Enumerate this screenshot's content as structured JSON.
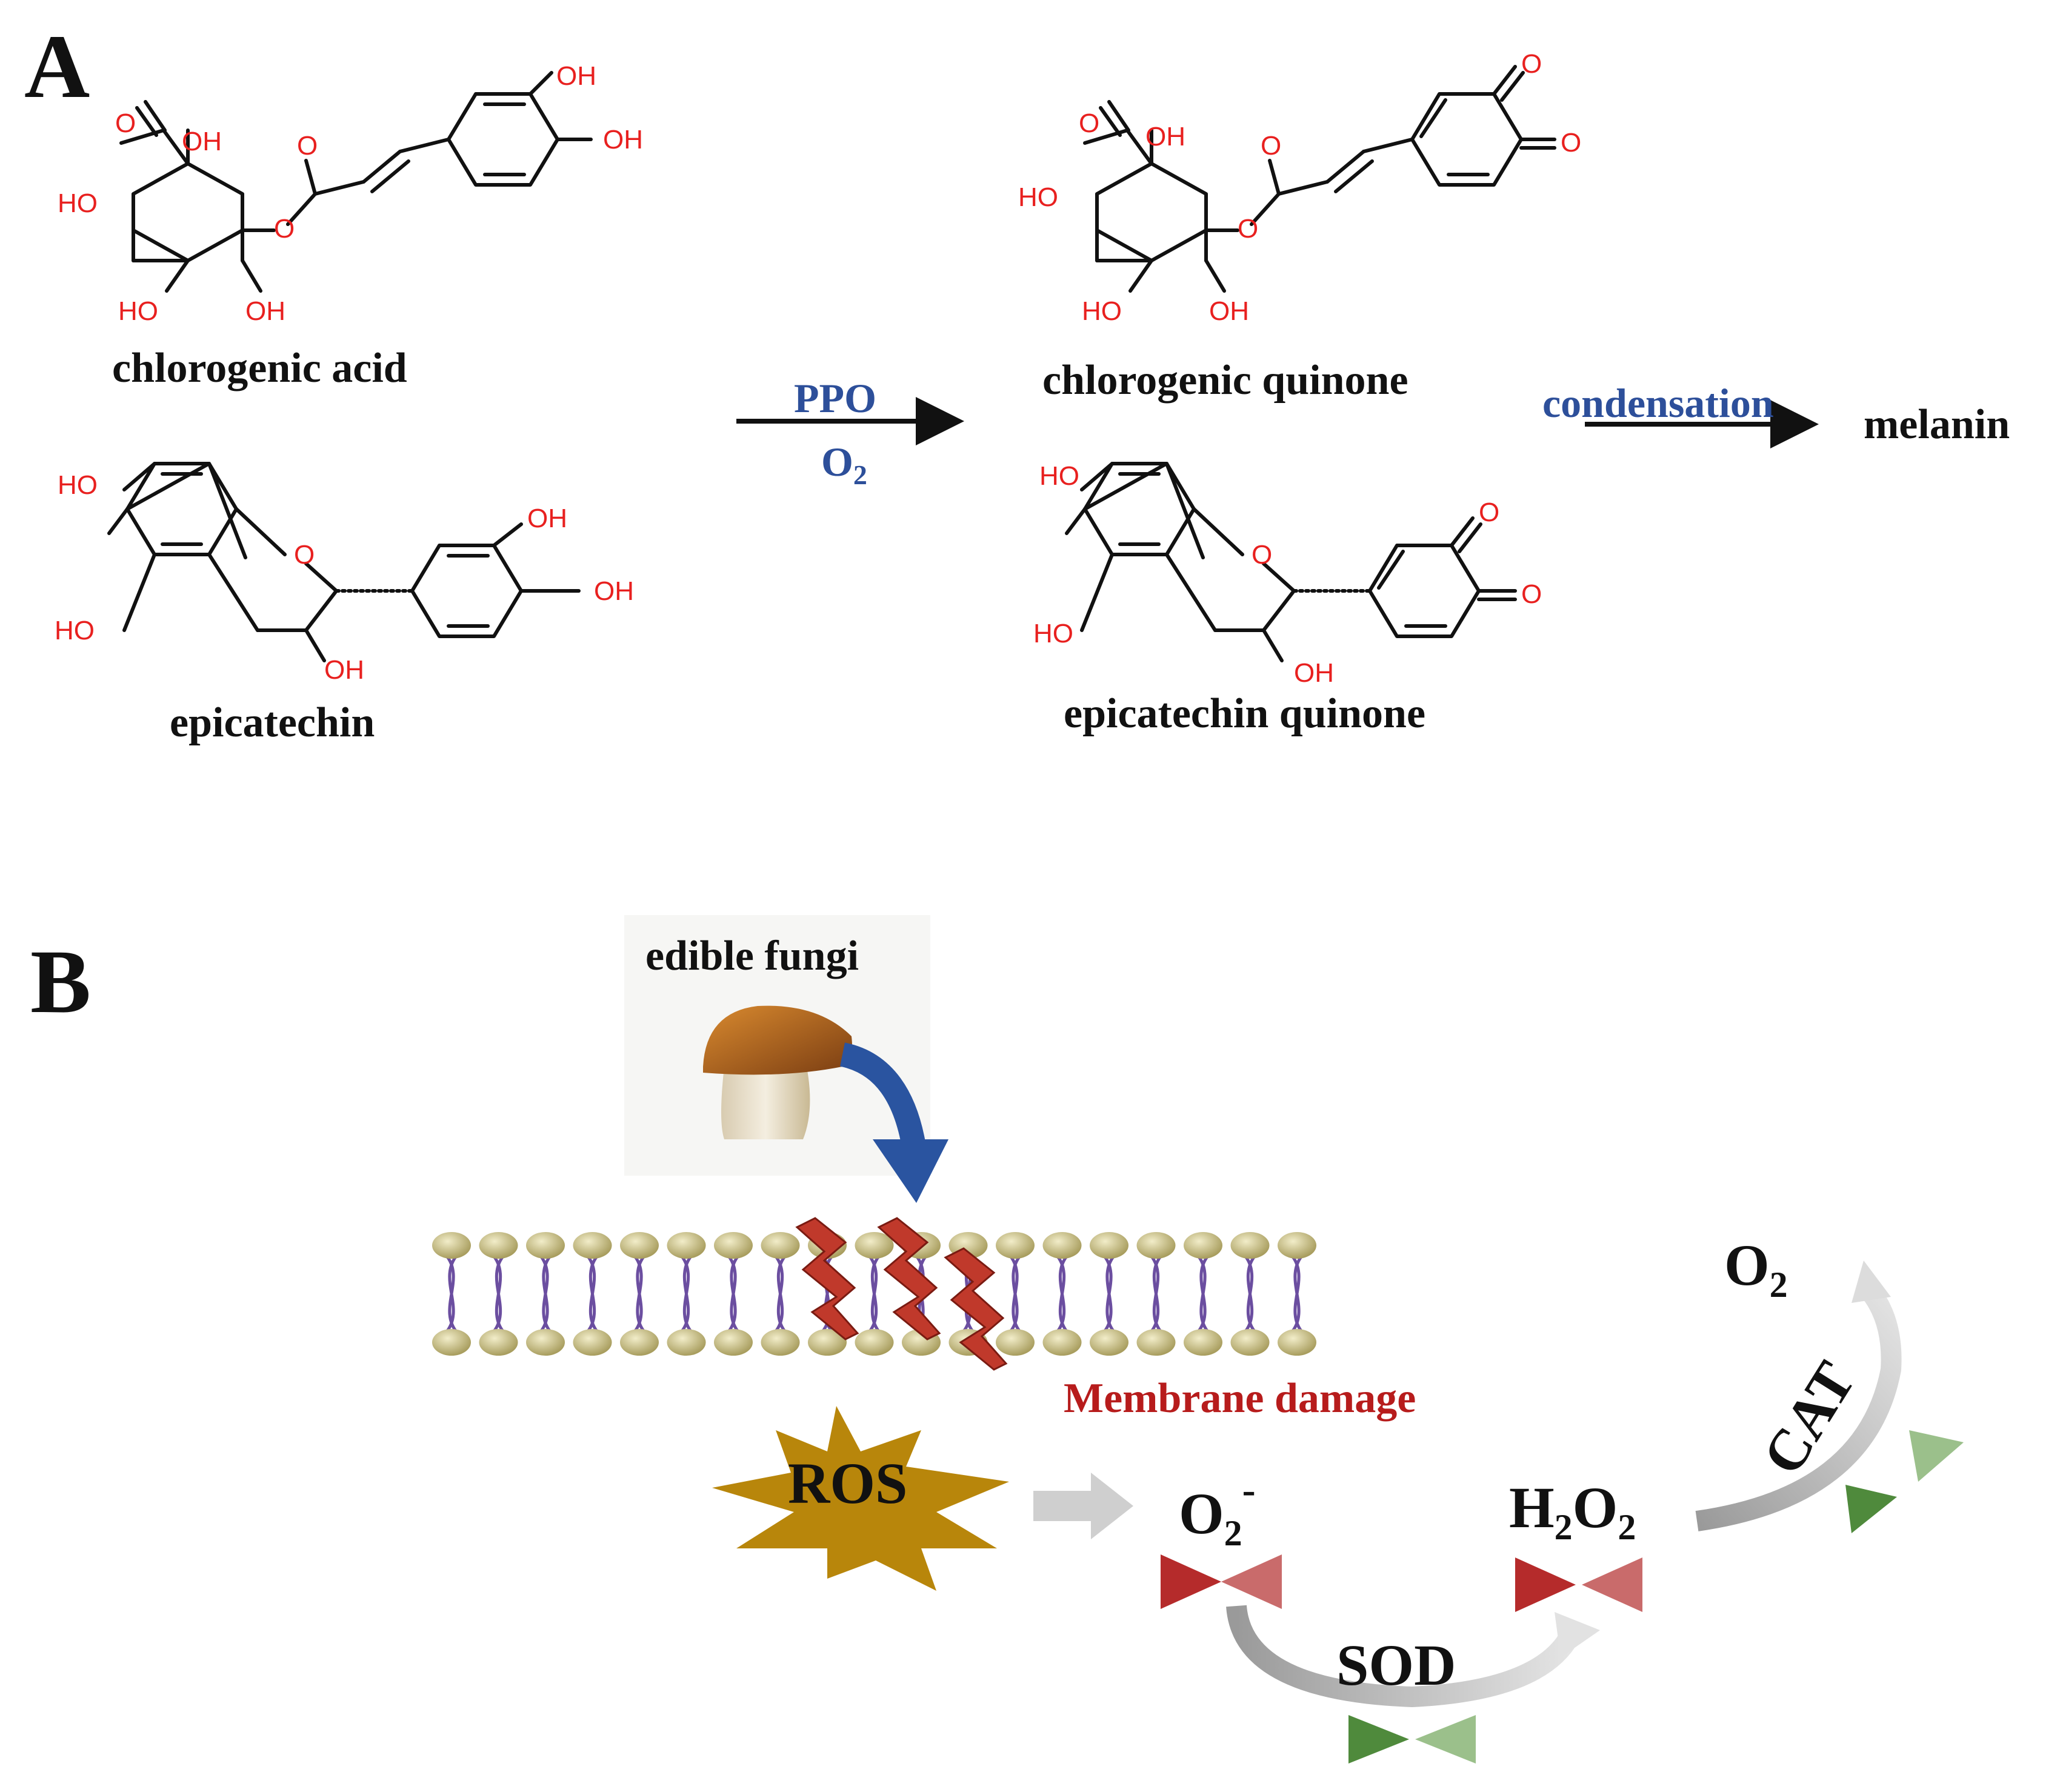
{
  "colors": {
    "text": "#111111",
    "heteroatom": "#e8201f",
    "reagent_blue": "#2d4f9a",
    "damage_red": "#b71c1c",
    "ros_star": "#b8860b",
    "lipid_head": "#c8bf86",
    "lipid_tail": "#6b4ea0",
    "lightning": "#c0392b",
    "fungi_arrow": "#2a54a0",
    "grey_arrow": "#c9c9c9",
    "bowtie_red": "#b52b2b",
    "bowtie_green": "#4f8a3c"
  },
  "panel_a": {
    "label": "A",
    "reactants": {
      "chlorogenic_acid": {
        "name": "chlorogenic acid",
        "atoms": [
          "O",
          "OH",
          "HO",
          "O",
          "O",
          "HO",
          "OH",
          "OH",
          "OH"
        ]
      },
      "epicatechin": {
        "name": "epicatechin",
        "atoms": [
          "HO",
          "O",
          "OH",
          "OH",
          "HO",
          "OH"
        ]
      }
    },
    "reaction": {
      "enzyme": "PPO",
      "oxidant": "O",
      "oxidant_subscript": "2"
    },
    "products": {
      "chlorogenic_quinone": {
        "name": "chlorogenic quinone",
        "atoms": [
          "O",
          "OH",
          "HO",
          "O",
          "O",
          "O",
          "O",
          "HO",
          "OH"
        ]
      },
      "epicatechin_quinone": {
        "name": "epicatechin quinone",
        "atoms": [
          "HO",
          "O",
          "O",
          "O",
          "HO",
          "OH"
        ]
      }
    },
    "second_step": {
      "label": "condensation",
      "product": "melanin"
    }
  },
  "panel_b": {
    "label": "B",
    "fungi_label": "edible fungi",
    "damage_label": "Membrane damage",
    "ros_label": "ROS",
    "superoxide": {
      "main": "O",
      "sub": "2",
      "sup": "-"
    },
    "peroxide": {
      "h": "H",
      "h_sub": "2",
      "o": "O",
      "o_sub": "2"
    },
    "oxygen": {
      "main": "O",
      "sub": "2"
    },
    "sod_label": "SOD",
    "cat_label": "CAT"
  }
}
